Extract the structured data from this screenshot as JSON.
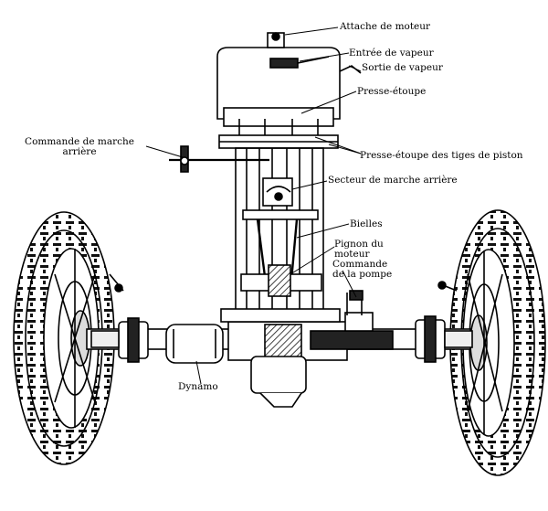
{
  "labels": {
    "attache_moteur": "Attache de moteur",
    "entree_vapeur": "Entrée de vapeur",
    "sortie_vapeur": "Sortie de vapeur",
    "presse_etoupe": "Presse-étoupe",
    "commande_marche_arriere_1": "Commande de marche",
    "commande_marche_arriere_2": "arrière",
    "presse_etoupe_tiges": "Presse-étoupe des tiges de piston",
    "secteur_marche_arriere": "Secteur de marche arrière",
    "bielles": "Bielles",
    "pignon_moteur_1": "Pignon du",
    "pignon_moteur_2": "moteur",
    "commande_pompe_1": "Commande",
    "commande_pompe_2": "de la pompe",
    "dynamo": "Dynamo"
  },
  "colors": {
    "ink": "#000000",
    "paper": "#ffffff",
    "shade": "#222222"
  }
}
